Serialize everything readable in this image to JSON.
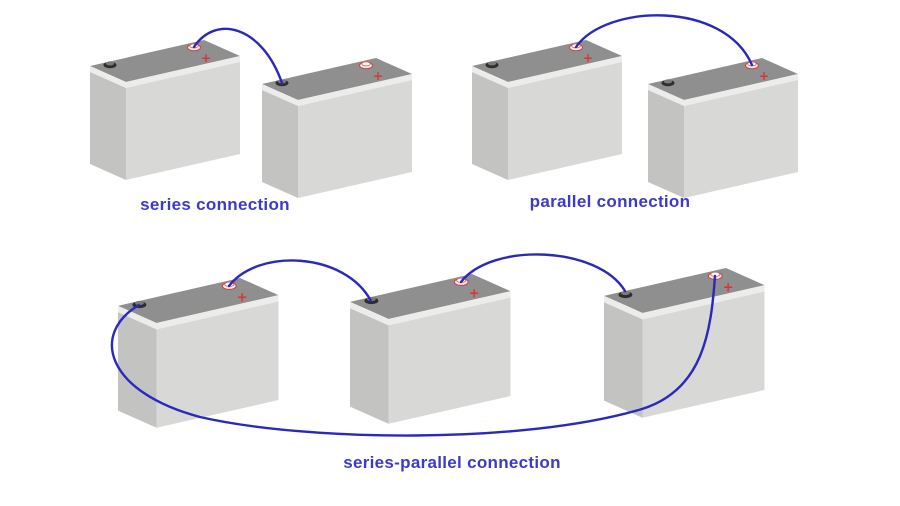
{
  "page": {
    "background": "#ffffff"
  },
  "colors": {
    "wire": "#2b28bd",
    "label_text": "#3d39c9",
    "battery_top": "#8f8f8f",
    "battery_lid": "#ececea",
    "battery_front": "#d8d8d6",
    "battery_side": "#c3c3c1",
    "terminal_negative_base": "#2e2e2e",
    "terminal_negative_top": "#7a7a7a",
    "terminal_positive_base": "#ece9e7",
    "terminal_positive_ring": "#d04040",
    "terminal_positive_top": "#ffffff",
    "plus_marker": "#e03232"
  },
  "battery": {
    "plus_marker": "+"
  },
  "diagrams": [
    {
      "id": "series",
      "label": "series connection",
      "battery_count": 2,
      "wire_count": 1
    },
    {
      "id": "parallel",
      "label": "parallel connection",
      "battery_count": 2,
      "wire_count": 1
    },
    {
      "id": "series_parallel",
      "label": "series-parallel connection",
      "battery_count": 3,
      "wire_count": 3
    }
  ]
}
